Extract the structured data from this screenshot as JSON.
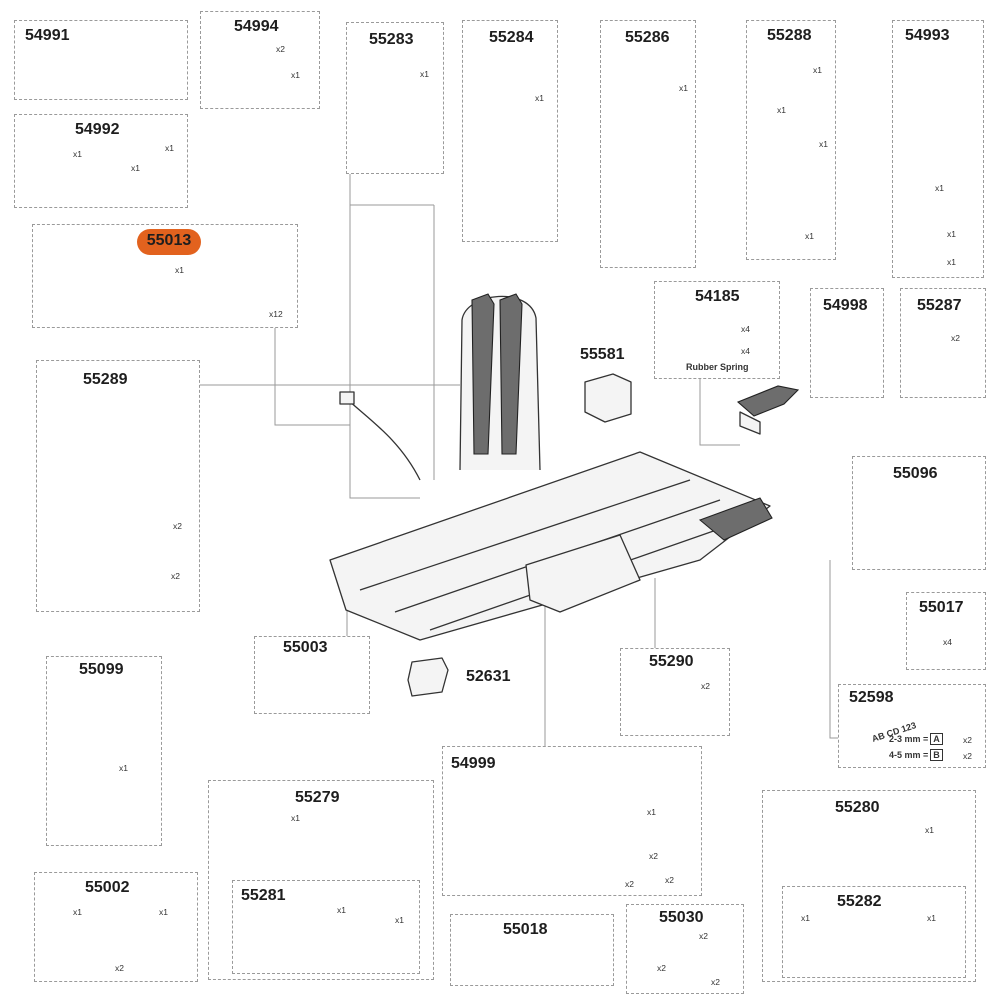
{
  "parts": {
    "p54991": "54991",
    "p54994": "54994",
    "p55283": "55283",
    "p55284": "55284",
    "p55286": "55286",
    "p55288": "55288",
    "p54993": "54993",
    "p54992": "54992",
    "p55013": "55013",
    "p54185": "54185",
    "p55581": "55581",
    "p54998": "54998",
    "p55287": "55287",
    "p55289": "55289",
    "p55096": "55096",
    "p55017": "55017",
    "p55003": "55003",
    "p52631": "52631",
    "p55290": "55290",
    "p52598": "52598",
    "p55099": "55099",
    "p54999": "54999",
    "p55279": "55279",
    "p55280": "55280",
    "p55281": "55281",
    "p55282": "55282",
    "p55002": "55002",
    "p55018": "55018",
    "p55030": "55030"
  },
  "quantities": {
    "x1": "x1",
    "x2": "x2",
    "x4": "x4",
    "x12": "x12"
  },
  "labels": {
    "rubber_spring": "Rubber Spring",
    "plate_text": "AB CD 123",
    "size_a": "2-3 mm =",
    "size_b": "4-5 mm =",
    "badge_a": "A",
    "badge_b": "B"
  },
  "highlight": {
    "part": "55013",
    "color": "#e2621e"
  }
}
